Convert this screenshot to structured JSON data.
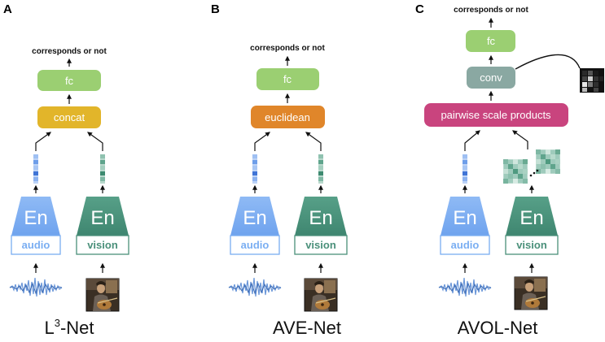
{
  "panels": [
    {
      "letter": "A",
      "top_label": "corresponds or not",
      "fc_label": "fc",
      "fusion_label": "concat",
      "audio_encoder": "En",
      "audio_label": "audio",
      "vision_encoder": "En",
      "vision_label": "vision",
      "net_name": "L",
      "net_sup": "3",
      "net_suffix": "-Net"
    },
    {
      "letter": "B",
      "top_label": "corresponds or not",
      "fc_label": "fc",
      "fusion_label": "euclidean",
      "audio_encoder": "En",
      "audio_label": "audio",
      "vision_encoder": "En",
      "vision_label": "vision",
      "net_name": "AVE-Net"
    },
    {
      "letter": "C",
      "top_label": "corresponds or not",
      "fc_label": "fc",
      "conv_label": "conv",
      "fusion_label": "pairwise scale products",
      "audio_encoder": "En",
      "audio_label": "audio",
      "vision_encoder": "En",
      "vision_label": "vision",
      "net_name": "AVOL-Net"
    }
  ],
  "colors": {
    "fc": "#9bcf72",
    "concat": "#e2b52a",
    "euclidean": "#e0862a",
    "conv": "#8aa8a2",
    "pairwise": "#c9447e",
    "audio": "#7aaef2",
    "vision": "#4a907a"
  }
}
